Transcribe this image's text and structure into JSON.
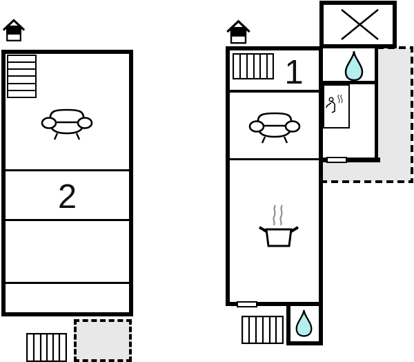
{
  "document_type": "vacation-house floor plan, two units",
  "colors": {
    "wall": "#000000",
    "water_drop_fill": "#b2efee",
    "terrace_fill": "#e8e8e8",
    "steam_stroke": "#8f8f8f",
    "background": "#ffffff"
  },
  "floorplans": {
    "left_unit": {
      "room_number_label": "2",
      "icons": [
        "entrance-house-icon",
        "stairs-icon",
        "sofa-icon",
        "radiator-stairs-icon"
      ],
      "areas": [
        "living-room",
        "room-2",
        "terrace"
      ]
    },
    "right_unit": {
      "room_number_label": "1",
      "icons": [
        "entrance-house-icon",
        "stairs-icon",
        "water-drop-icon",
        "shower-icon",
        "sofa-icon",
        "cooking-pot-icon",
        "crossed-out-area-icon",
        "stairs-icon",
        "water-drop-icon"
      ],
      "areas": [
        "room-1",
        "living-room",
        "bathroom",
        "kitchen",
        "terrace",
        "not-accessible-area"
      ]
    }
  }
}
